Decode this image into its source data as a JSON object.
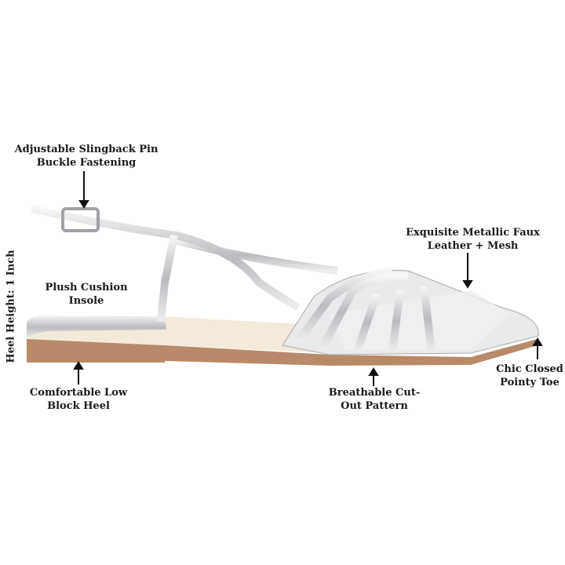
{
  "annotations": {
    "buckle": "Adjustable Slingback Pin Buckle Fastening",
    "material": "Exquisite Metallic Faux Leather + Mesh",
    "insole": "Plush Cushion Insole",
    "heel": "Comfortable Low Block Heel",
    "pattern": "Breathable Cut-Out Pattern",
    "toe": "Chic Closed Pointy Toe",
    "heel_height": "Heel Height: 1 Inch"
  },
  "colors": {
    "silver": "#d9dadc",
    "sole": "#b88a6a",
    "insole": "#f1e6d6",
    "text": "#1a1a1a"
  }
}
